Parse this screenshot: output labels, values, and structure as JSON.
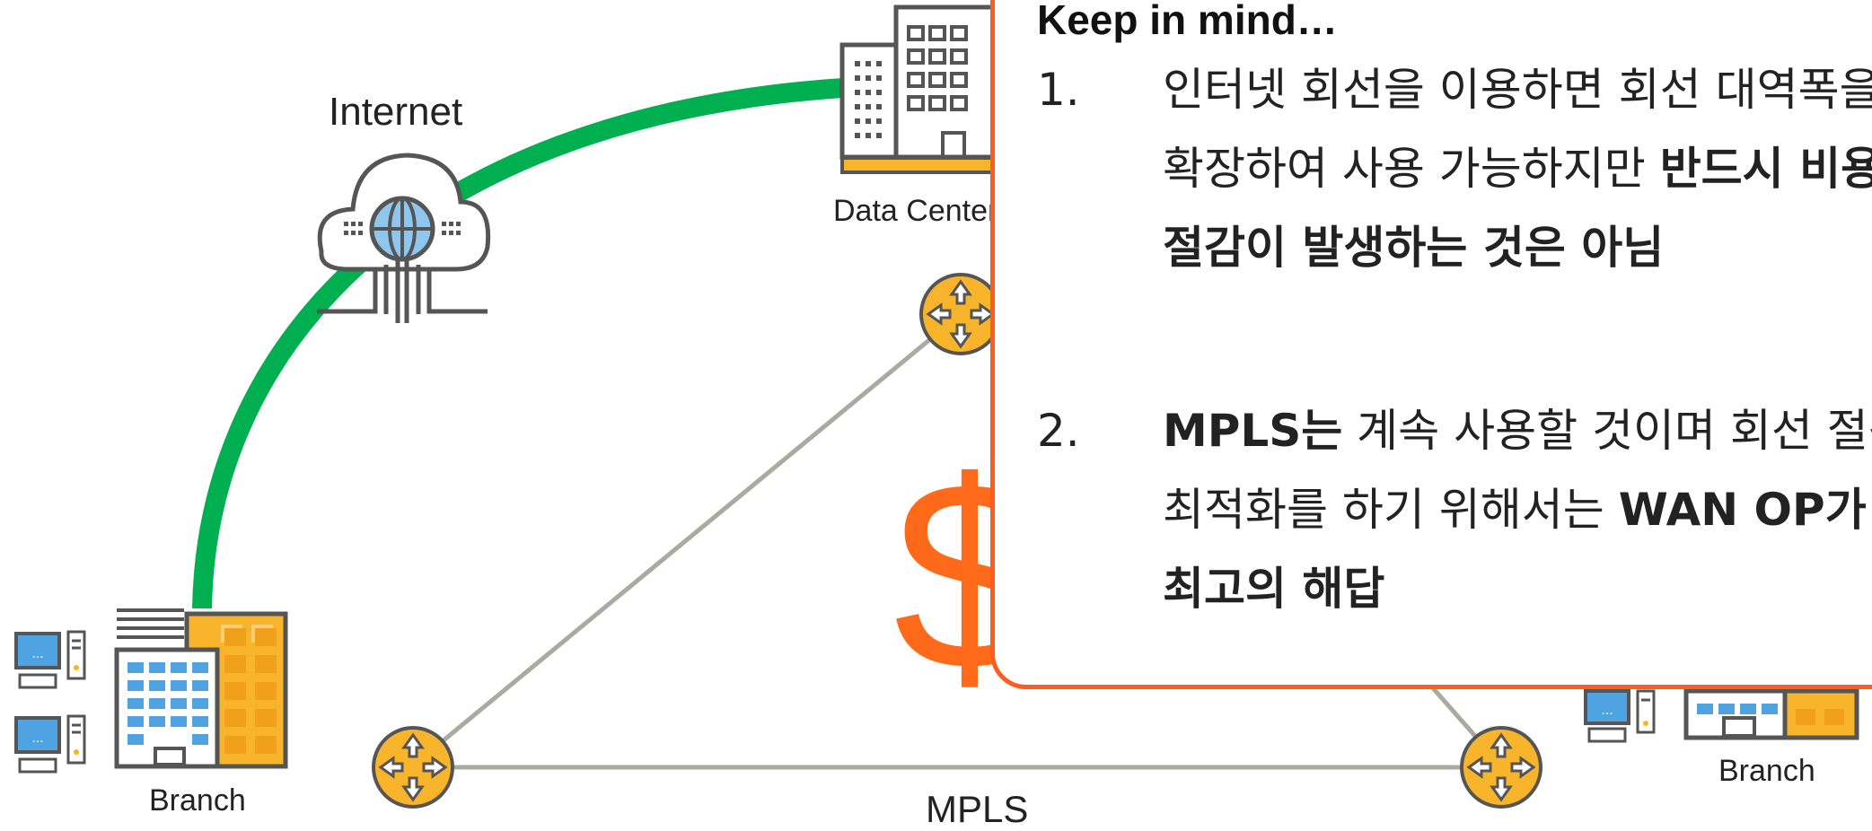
{
  "labels": {
    "internet": "Internet",
    "data_center": "Data Center",
    "branch_left": "Branch",
    "branch_right": "Branch",
    "mpls": "MPLS",
    "dollar": "$"
  },
  "callout": {
    "heading": "Keep in mind…",
    "items": [
      {
        "number": "1.",
        "line1": "인터넷 회선을 이용하면 회선 대역폭을",
        "line2_plain": "확장하여 사용 가능하지만 ",
        "line2_bold": "반드시 비용",
        "line3_bold": "절감이 발생하는 것은 아님"
      },
      {
        "number": "2.",
        "line1_bold": "MPLS는",
        "line1_plain": " 계속 사용할 것이며 회선 절감",
        "line2_plain": "최적화를 하기 위해서는 ",
        "line2_bold": "WAN OP가",
        "line3_bold": "최고의 해답"
      }
    ]
  },
  "colors": {
    "internet_link": "#00b050",
    "mpls_link": "#a9aba0",
    "router": "#f8b42a",
    "building_orange": "#f8b42a",
    "building_blue": "#4fa3e0",
    "callout_border": "#ff5a1f",
    "dollar": "#ff6a1a"
  }
}
